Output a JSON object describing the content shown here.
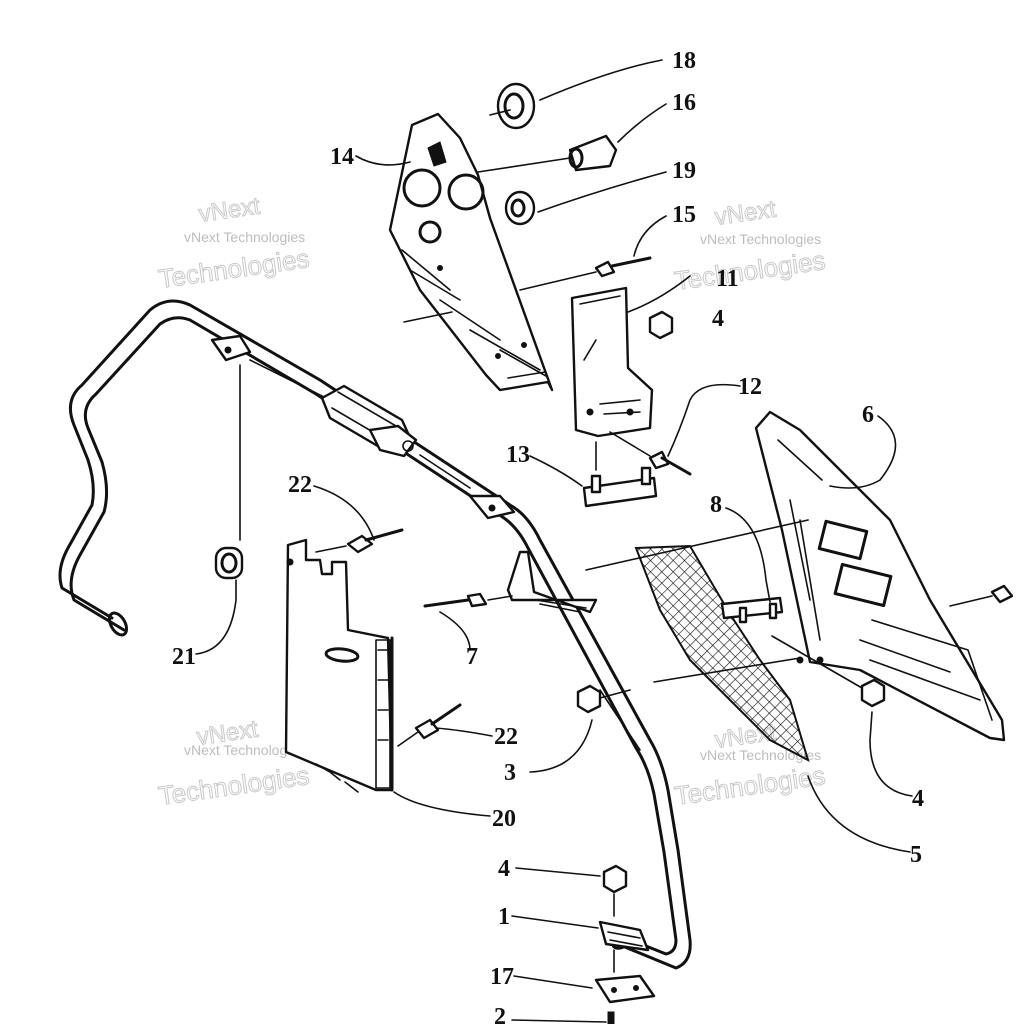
{
  "diagram": {
    "callouts": [
      "18",
      "16",
      "14",
      "19",
      "15",
      "11",
      "4",
      "12",
      "6",
      "13",
      "8",
      "22",
      "21",
      "7",
      "3",
      "22",
      "20",
      "4",
      "5",
      "4",
      "1",
      "17",
      "2"
    ]
  },
  "watermark": {
    "line_top": "vNext",
    "line_mid": "vNext Technologies",
    "line_bottom": "Technologies"
  },
  "colors": {
    "ink": "#111111",
    "background": "#ffffff",
    "watermark": "#c9c9c9"
  }
}
